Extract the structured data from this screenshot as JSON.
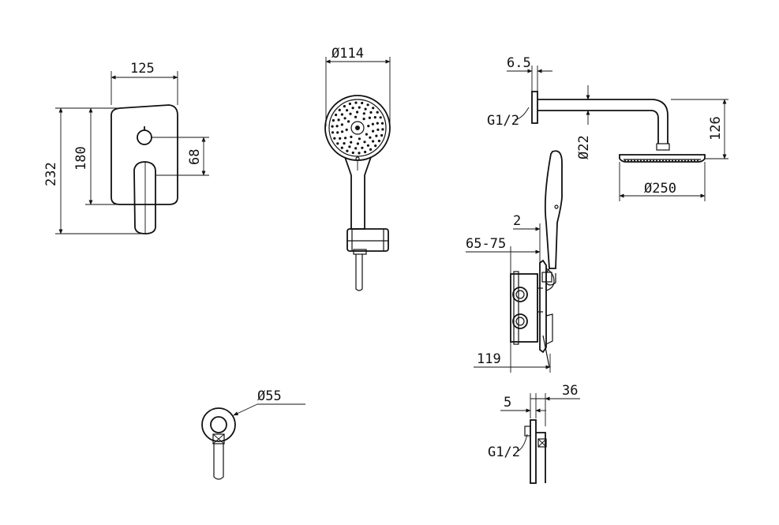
{
  "mixer": {
    "width": "125",
    "height_total": "232",
    "height_plate": "180",
    "knob_offset": "68"
  },
  "hand_shower": {
    "diameter": "Ø114"
  },
  "overhead": {
    "wall_thickness": "6.5",
    "thread": "G1/2",
    "arm_diameter": "Ø22",
    "drop": "126",
    "head_diameter": "Ø250"
  },
  "rough_in": {
    "gap": "2",
    "depth_range": "65-75",
    "depth": "119"
  },
  "elbow": {
    "flange_thickness": "5",
    "projection": "36",
    "thread": "G1/2"
  },
  "outlet_flange": {
    "diameter": "Ø55"
  },
  "colors": {
    "line": "#111111",
    "background": "#ffffff"
  }
}
